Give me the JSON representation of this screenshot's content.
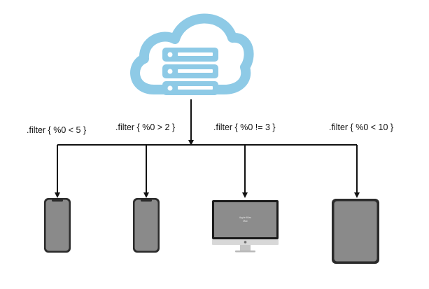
{
  "diagram": {
    "server": {
      "icon": "cloud-database-icon",
      "color": "#8ecae6"
    },
    "filters": [
      {
        "label": ".filter  { %0 < 5 }",
        "device": "smartphone-icon"
      },
      {
        "label": ".filter  { %0 > 2 }",
        "device": "smartphone-icon"
      },
      {
        "label": ".filter  { %0 != 3 }",
        "device": "desktop-monitor-icon"
      },
      {
        "label": ".filter  { %0 < 10 }",
        "device": "tablet-icon"
      }
    ],
    "monitor_screen_text": {
      "line1": "Apple iMac",
      "line2": "Mac"
    }
  }
}
